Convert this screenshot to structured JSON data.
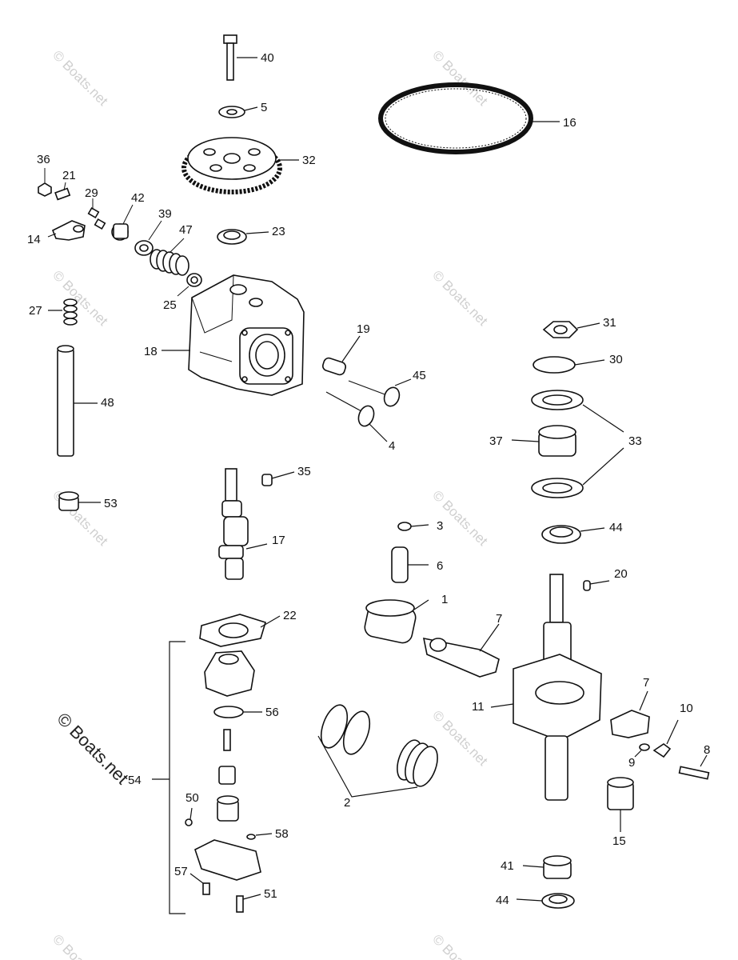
{
  "watermark": "© Boats.net",
  "callouts": {
    "p40": "40",
    "p5": "5",
    "p16": "16",
    "p32": "32",
    "p36": "36",
    "p21": "21",
    "p29": "29",
    "p42": "42",
    "p39": "39",
    "p47": "47",
    "p14": "14",
    "p23": "23",
    "p25": "25",
    "p27": "27",
    "p18": "18",
    "p19": "19",
    "p45": "45",
    "p4": "4",
    "p31": "31",
    "p30": "30",
    "p33": "33",
    "p37": "37",
    "p48": "48",
    "p35": "35",
    "p53": "53",
    "p17": "17",
    "p3": "3",
    "p6": "6",
    "p44a": "44",
    "p20": "20",
    "p1": "1",
    "p7a": "7",
    "p22": "22",
    "p11": "11",
    "p7b": "7",
    "p10": "10",
    "p56": "56",
    "p9": "9",
    "p8": "8",
    "p2": "2",
    "p54": "54",
    "p50": "50",
    "p15": "15",
    "p58": "58",
    "p41": "41",
    "p57": "57",
    "p51": "51",
    "p44b": "44"
  }
}
